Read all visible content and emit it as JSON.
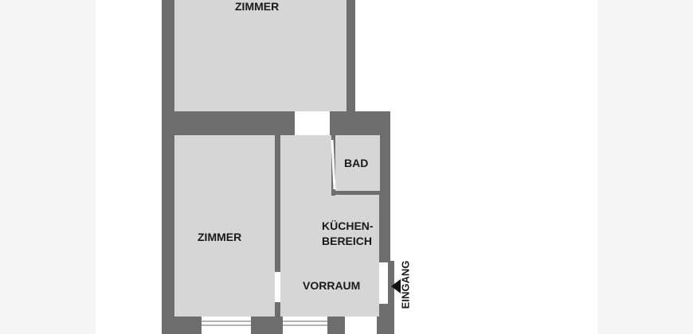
{
  "rooms": {
    "top_room": "ZIMMER",
    "left_room": "ZIMMER",
    "bath": "BAD",
    "kitchen_line1": "KÜCHEN-",
    "kitchen_line2": "BEREICH",
    "hall": "VORRAUM"
  },
  "entrance": {
    "label": "EINGANG",
    "marker": "arrow-left-icon"
  },
  "colors": {
    "wall": "#6e6e6e",
    "floor": "#d6d6d6",
    "background": "#f5f5f5",
    "page": "#ffffff"
  }
}
